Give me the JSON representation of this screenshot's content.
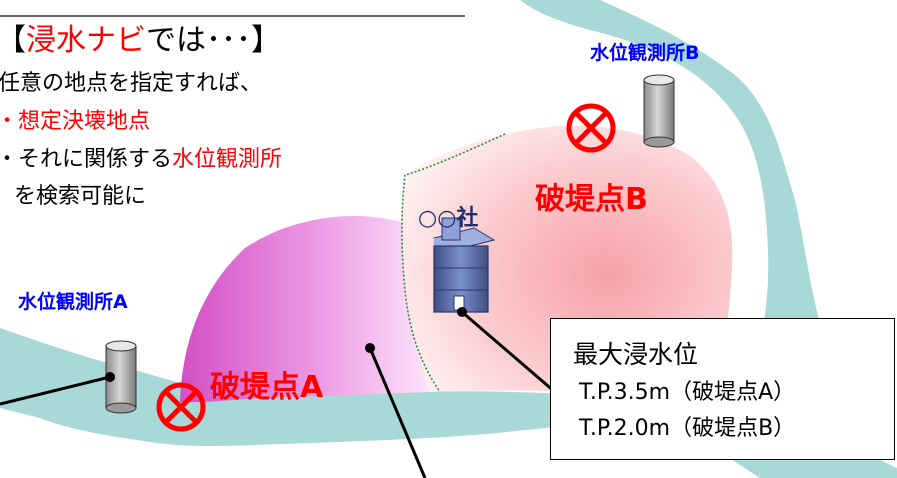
{
  "heading": {
    "bracket_open": "【",
    "emphasis": "浸水ナビ",
    "rest": "では･･･】"
  },
  "description": {
    "line1": "任意の地点を指定すれば、",
    "bullet1": "・想定決壊地点",
    "bullet2_prefix": "・それに関係する",
    "bullet2_emphasis": "水位観測所",
    "line4": "を検索可能に"
  },
  "stations": {
    "a": "水位観測所A",
    "b": "水位観測所B"
  },
  "breach_points": {
    "a": "破堤点A",
    "b": "破堤点B"
  },
  "company": "○○社",
  "info_box": {
    "title": "最大浸水位",
    "line1": "T.P.3.5m（破堤点A）",
    "line2": "T.P.2.0m（破堤点B）"
  },
  "colors": {
    "accent_red": "#ff0000",
    "label_blue": "#0000ff",
    "river": "#a8d8d8",
    "flood_a": "#e070d0",
    "flood_b": "#f8a0a8",
    "building": "#5c6fa8"
  }
}
